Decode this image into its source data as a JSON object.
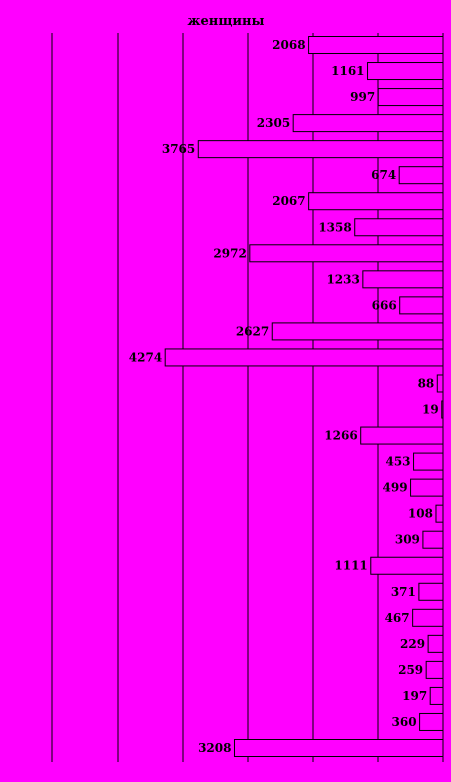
{
  "chart_data": {
    "type": "bar",
    "orientation": "horizontal",
    "direction": "right-to-left",
    "title": "женщины",
    "xlabel": "",
    "ylabel": "",
    "xlim": [
      0,
      5000
    ],
    "grid": true,
    "legend": "none",
    "bar_fill": "#ff00ff",
    "bar_stroke": "#000000",
    "background": "#ff00ff",
    "categories": [],
    "values": [
      2068,
      1161,
      997,
      2305,
      3765,
      674,
      2067,
      1358,
      2972,
      1233,
      666,
      2627,
      4274,
      88,
      19,
      1266,
      453,
      499,
      108,
      309,
      1111,
      371,
      467,
      229,
      259,
      197,
      360,
      3208
    ],
    "data_labels": [
      "2068",
      "1161",
      "997",
      "2305",
      "3765",
      "674",
      "2067",
      "1358",
      "2972",
      "1233",
      "666",
      "2627",
      "4274",
      "88",
      "19",
      "1266",
      "453",
      "499",
      "108",
      "309",
      "1111",
      "371",
      "467",
      "229",
      "259",
      "197",
      "360",
      "3208"
    ]
  }
}
